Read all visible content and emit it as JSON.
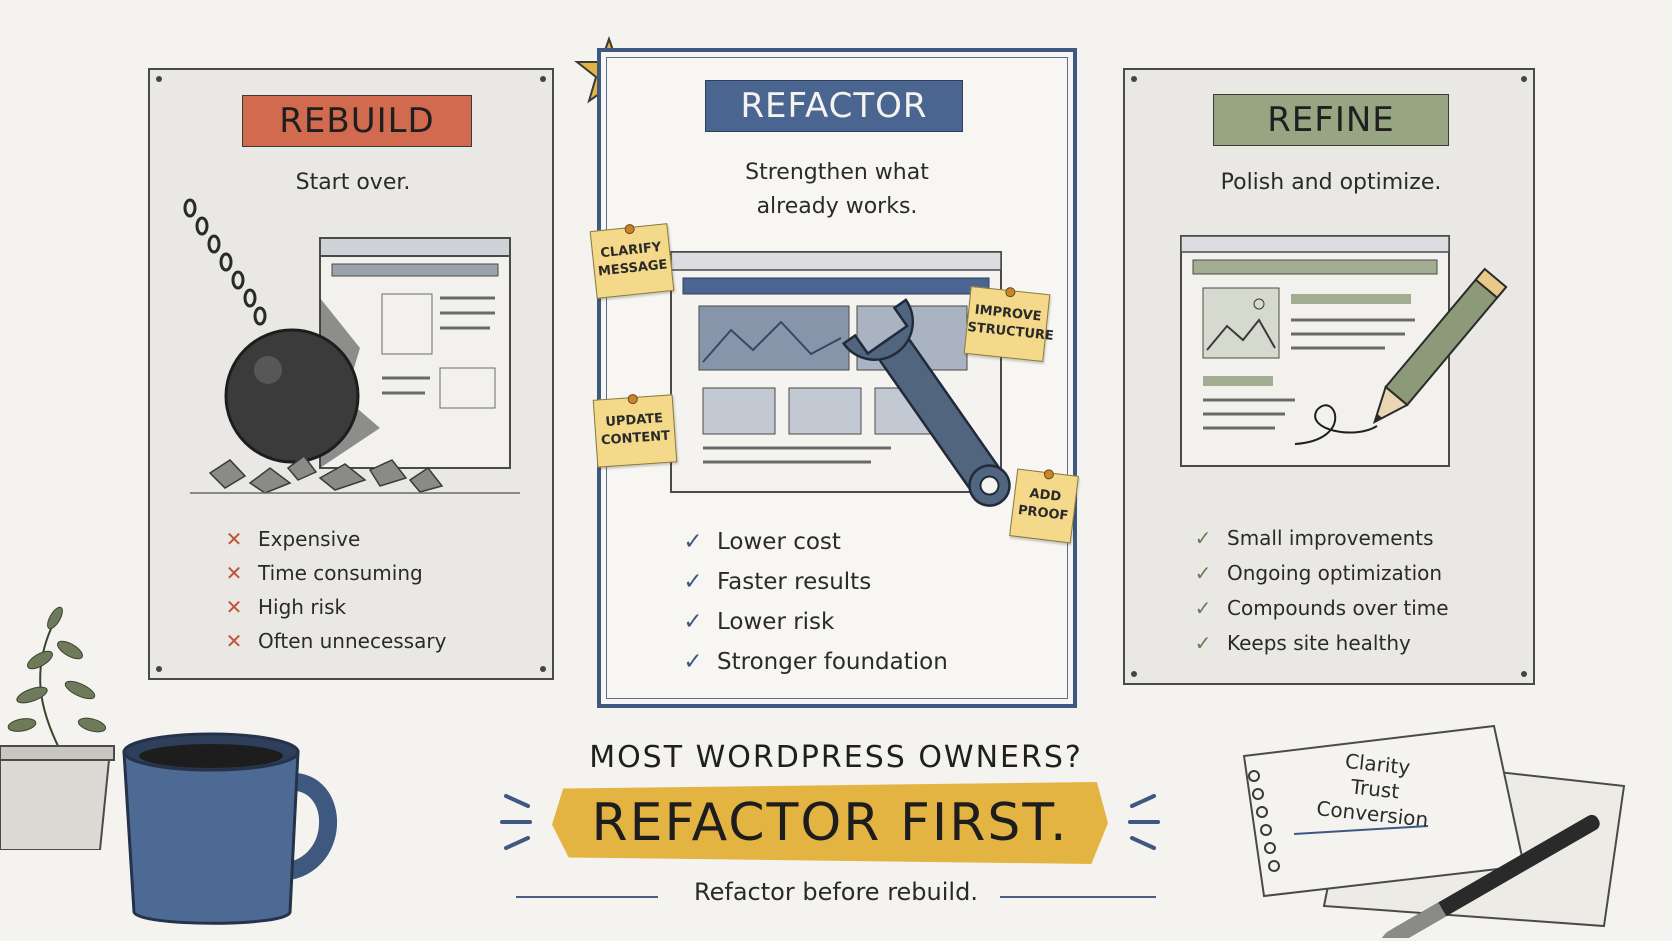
{
  "rebuild": {
    "title": "REBUILD",
    "subtitle": "Start over.",
    "items": [
      "Expensive",
      "Time consuming",
      "High risk",
      "Often unnecessary"
    ]
  },
  "refactor": {
    "title": "REFACTOR",
    "subtitle_line1": "Strengthen what",
    "subtitle_line2": "already works.",
    "notes": {
      "clarify_line1": "CLARIFY",
      "clarify_line2": "MESSAGE",
      "improve_line1": "IMPROVE",
      "improve_line2": "STRUCTURE",
      "update_line1": "UPDATE",
      "update_line2": "CONTENT",
      "proof_line1": "ADD",
      "proof_line2": "PROOF"
    },
    "items": [
      "Lower cost",
      "Faster results",
      "Lower risk",
      "Stronger foundation"
    ]
  },
  "refine": {
    "title": "REFINE",
    "subtitle": "Polish and optimize.",
    "items": [
      "Small improvements",
      "Ongoing optimization",
      "Compounds over time",
      "Keeps site healthy"
    ]
  },
  "footer": {
    "question": "MOST WORDPRESS OWNERS?",
    "banner": "REFACTOR FIRST.",
    "tagline": "Refactor before rebuild."
  },
  "notebook": {
    "line1": "Clarity",
    "line2": "Trust",
    "line3": "Conversion"
  },
  "icons": {
    "x_mark": "✕",
    "check_mark": "✓"
  },
  "colors": {
    "rebuild": "#d26a4f",
    "refactor": "#4a6590",
    "refine": "#98a583",
    "banner": "#e4b443",
    "sticky": "#f3d989"
  }
}
